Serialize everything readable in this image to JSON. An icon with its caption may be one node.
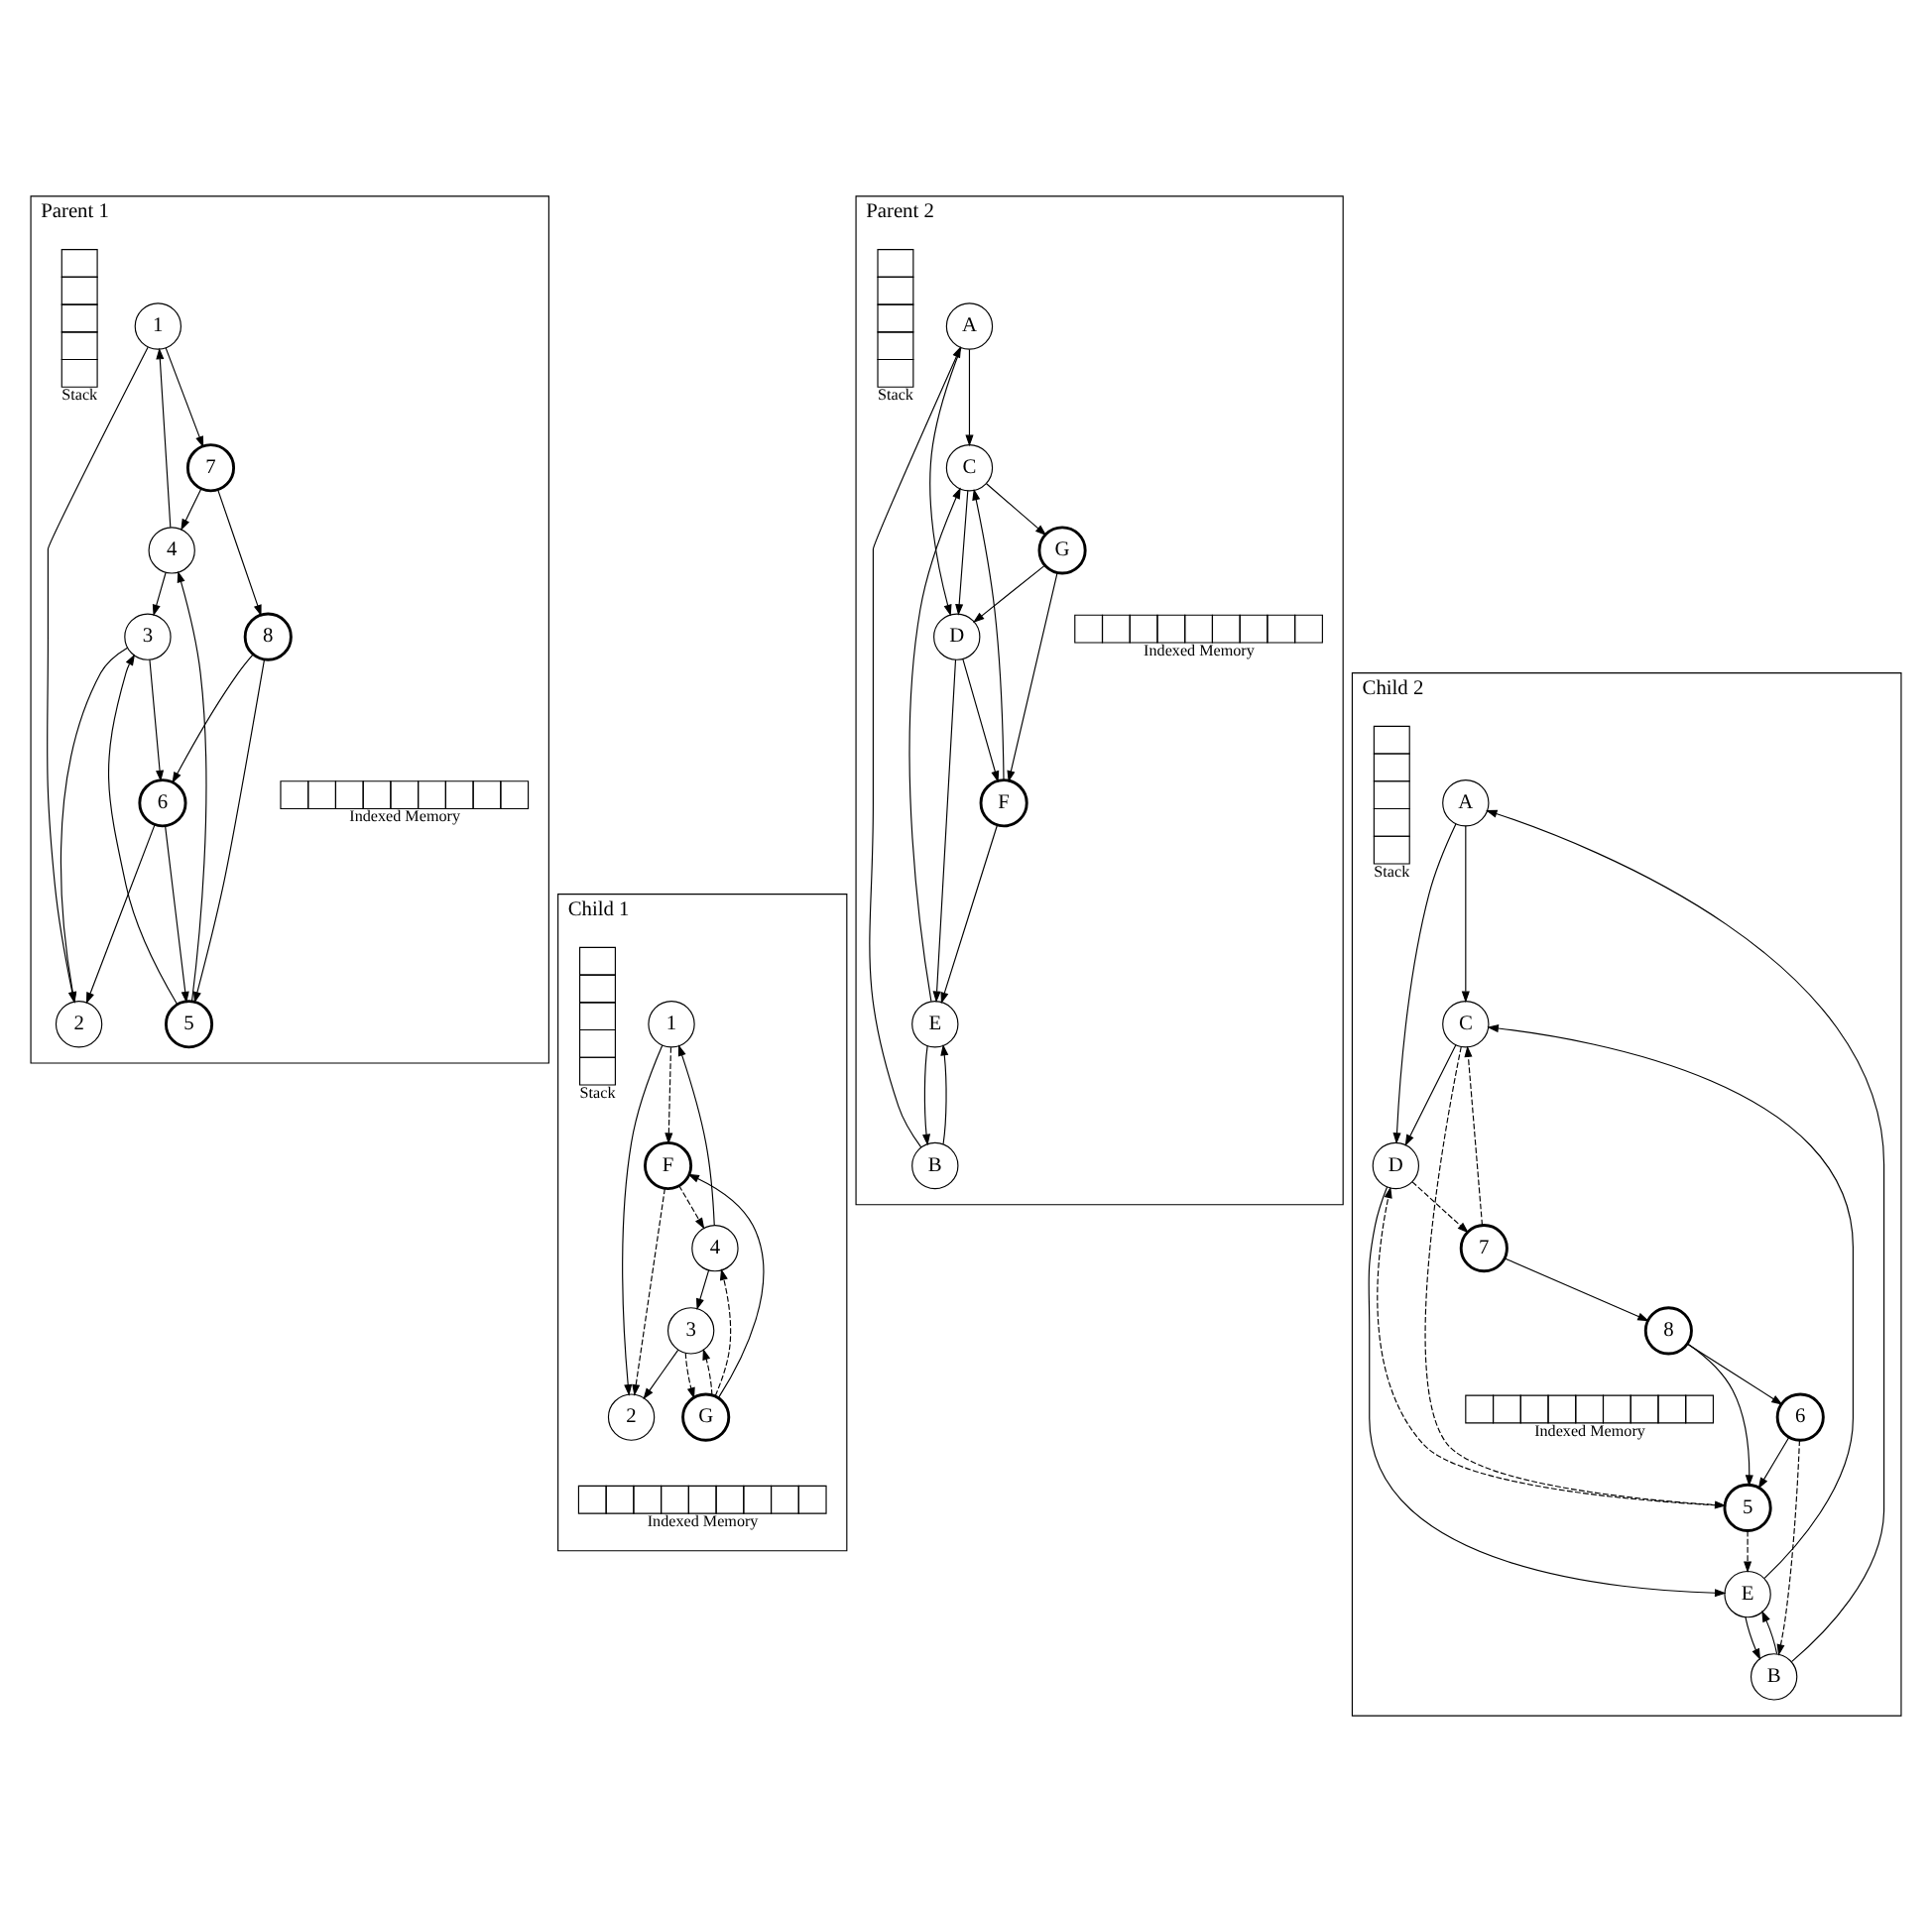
{
  "diagram": {
    "nodes": [
      {
        "text": [
          "Parent 1"
        ]
      },
      {
        "text": [
          "1"
        ],
        "in": 0
      },
      {
        "text": [
          "2"
        ],
        "in": 0
      },
      {
        "text": [
          "3"
        ],
        "in": 0
      },
      {
        "text": [
          "4"
        ],
        "in": 0
      },
      {
        "text": [
          "5"
        ],
        "in": 0
      },
      {
        "text": [
          "6"
        ],
        "in": 0
      },
      {
        "text": [
          "7"
        ],
        "in": 0
      },
      {
        "text": [
          "8"
        ],
        "in": 0
      },
      {
        "text": [
          "Stack"
        ],
        "in": 0
      },
      {
        "text": [
          "Indexed Memory"
        ],
        "in": 0
      },
      {
        "text": [
          "Parent 2"
        ]
      },
      {
        "text": [
          "A"
        ],
        "in": 11
      },
      {
        "text": [
          "B"
        ],
        "in": 11
      },
      {
        "text": [
          "C"
        ],
        "in": 11
      },
      {
        "text": [
          "D"
        ],
        "in": 11
      },
      {
        "text": [
          "E"
        ],
        "in": 11
      },
      {
        "text": [
          "F"
        ],
        "in": 11
      },
      {
        "text": [
          "G"
        ],
        "in": 11
      },
      {
        "text": [
          "Stack"
        ],
        "in": 11
      },
      {
        "text": [
          "Indexed Memory"
        ],
        "in": 11
      },
      {
        "text": [
          "Child 1"
        ]
      },
      {
        "text": [
          "1"
        ],
        "in": 21
      },
      {
        "text": [
          "2"
        ],
        "in": 21
      },
      {
        "text": [
          "3"
        ],
        "in": 21
      },
      {
        "text": [
          "4"
        ],
        "in": 21
      },
      {
        "text": [
          "F"
        ],
        "in": 21
      },
      {
        "text": [
          "G"
        ],
        "in": 21
      },
      {
        "text": [
          "Stack"
        ],
        "in": 21
      },
      {
        "text": [
          "Indexed Memory"
        ],
        "in": 21
      },
      {
        "text": [
          "Child 2"
        ]
      },
      {
        "text": [
          "A"
        ],
        "in": 30
      },
      {
        "text": [
          "B"
        ],
        "in": 30
      },
      {
        "text": [
          "C"
        ],
        "in": 30
      },
      {
        "text": [
          "D"
        ],
        "in": 30
      },
      {
        "text": [
          "E"
        ],
        "in": 30
      },
      {
        "text": [
          "5"
        ],
        "in": 30
      },
      {
        "text": [
          "6"
        ],
        "in": 30
      },
      {
        "text": [
          "7"
        ],
        "in": 30
      },
      {
        "text": [
          "8"
        ],
        "in": 30
      },
      {
        "text": [
          "Stack"
        ],
        "in": 30
      },
      {
        "text": [
          "Indexed Memory"
        ],
        "in": 30
      }
    ],
    "edges": [
      {
        "from": 1,
        "to": 2,
        "arrow": "to"
      },
      {
        "from": 1,
        "to": 7,
        "arrow": "to"
      },
      {
        "from": 4,
        "to": 1,
        "arrow": "to"
      },
      {
        "from": 4,
        "to": 3,
        "arrow": "to"
      },
      {
        "from": 3,
        "to": 2,
        "arrow": "to"
      },
      {
        "from": 3,
        "to": 6,
        "arrow": "to"
      },
      {
        "from": 6,
        "to": 2,
        "arrow": "to"
      },
      {
        "from": 7,
        "to": 4,
        "arrow": "to"
      },
      {
        "from": 7,
        "to": 8,
        "arrow": "to"
      },
      {
        "from": 5,
        "to": 4,
        "arrow": "to"
      },
      {
        "from": 5,
        "to": 3,
        "arrow": "to"
      },
      {
        "from": 6,
        "to": 5,
        "arrow": "to"
      },
      {
        "from": 8,
        "to": 5,
        "arrow": "to"
      },
      {
        "from": 8,
        "to": 6,
        "arrow": "to"
      },
      {
        "from": 13,
        "to": 12,
        "arrow": "to"
      },
      {
        "from": 12,
        "to": 15,
        "arrow": "to"
      },
      {
        "from": 12,
        "to": 14,
        "arrow": "to"
      },
      {
        "from": 13,
        "to": 16,
        "arrow": "to"
      },
      {
        "from": 16,
        "to": 13,
        "arrow": "to"
      },
      {
        "from": 16,
        "to": 14,
        "arrow": "to"
      },
      {
        "from": 14,
        "to": 15,
        "arrow": "to"
      },
      {
        "from": 15,
        "to": 16,
        "arrow": "to"
      },
      {
        "from": 15,
        "to": 17,
        "arrow": "to"
      },
      {
        "from": 17,
        "to": 14,
        "arrow": "to"
      },
      {
        "from": 14,
        "to": 18,
        "arrow": "to"
      },
      {
        "from": 18,
        "to": 15,
        "arrow": "to"
      },
      {
        "from": 18,
        "to": 17,
        "arrow": "to"
      },
      {
        "from": 17,
        "to": 16,
        "arrow": "to"
      },
      {
        "from": 22,
        "to": 23,
        "arrow": "to"
      },
      {
        "from": 24,
        "to": 23,
        "arrow": "to"
      },
      {
        "from": 25,
        "to": 22,
        "arrow": "to"
      },
      {
        "from": 25,
        "to": 24,
        "arrow": "to"
      },
      {
        "from": 22,
        "to": 26,
        "arrow": "to",
        "style": "dashed"
      },
      {
        "from": 26,
        "to": 23,
        "arrow": "to",
        "style": "dashed"
      },
      {
        "from": 26,
        "to": 25,
        "arrow": "to",
        "style": "dashed"
      },
      {
        "from": 27,
        "to": 25,
        "arrow": "to",
        "style": "dashed"
      },
      {
        "from": 24,
        "to": 27,
        "arrow": "to",
        "style": "dashed"
      },
      {
        "from": 27,
        "to": 24,
        "arrow": "to",
        "style": "dashed"
      },
      {
        "from": 27,
        "to": 26,
        "arrow": "to"
      },
      {
        "from": 32,
        "to": 31,
        "arrow": "to"
      },
      {
        "from": 31,
        "to": 34,
        "arrow": "to"
      },
      {
        "from": 31,
        "to": 33,
        "arrow": "to"
      },
      {
        "from": 32,
        "to": 35,
        "arrow": "to"
      },
      {
        "from": 35,
        "to": 32,
        "arrow": "to"
      },
      {
        "from": 35,
        "to": 33,
        "arrow": "to"
      },
      {
        "from": 33,
        "to": 34,
        "arrow": "to"
      },
      {
        "from": 34,
        "to": 35,
        "arrow": "to"
      },
      {
        "from": 34,
        "to": 38,
        "arrow": "to",
        "style": "dashed"
      },
      {
        "from": 38,
        "to": 33,
        "arrow": "to",
        "style": "dashed"
      },
      {
        "from": 33,
        "to": 36,
        "arrow": "to",
        "style": "dashed"
      },
      {
        "from": 36,
        "to": 34,
        "arrow": "to",
        "style": "dashed"
      },
      {
        "from": 36,
        "to": 35,
        "arrow": "to",
        "style": "dashed"
      },
      {
        "from": 37,
        "to": 32,
        "arrow": "to",
        "style": "dashed"
      },
      {
        "from": 37,
        "to": 36,
        "arrow": "to"
      },
      {
        "from": 39,
        "to": 36,
        "arrow": "to"
      },
      {
        "from": 39,
        "to": 37,
        "arrow": "to"
      },
      {
        "from": 38,
        "to": 39,
        "arrow": "to"
      }
    ]
  }
}
